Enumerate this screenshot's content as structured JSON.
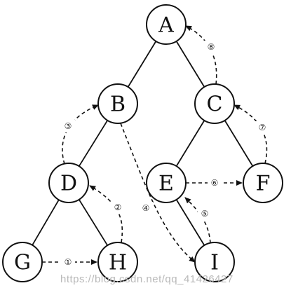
{
  "diagram": {
    "nodes": [
      {
        "id": "A",
        "label": "A"
      },
      {
        "id": "B",
        "label": "B"
      },
      {
        "id": "C",
        "label": "C"
      },
      {
        "id": "D",
        "label": "D"
      },
      {
        "id": "E",
        "label": "E"
      },
      {
        "id": "F",
        "label": "F"
      },
      {
        "id": "G",
        "label": "G"
      },
      {
        "id": "H",
        "label": "H"
      },
      {
        "id": "I",
        "label": "I"
      }
    ],
    "edges": [
      {
        "from": "A",
        "to": "B"
      },
      {
        "from": "A",
        "to": "C"
      },
      {
        "from": "B",
        "to": "D"
      },
      {
        "from": "C",
        "to": "E"
      },
      {
        "from": "C",
        "to": "F"
      },
      {
        "from": "D",
        "to": "G"
      },
      {
        "from": "D",
        "to": "H"
      },
      {
        "from": "E",
        "to": "I"
      }
    ],
    "threads": [
      {
        "step": "①",
        "from": "G",
        "to": "H"
      },
      {
        "step": "②",
        "from": "H",
        "to": "D"
      },
      {
        "step": "③",
        "from": "D",
        "to": "B"
      },
      {
        "step": "④",
        "from": "B",
        "to": "I"
      },
      {
        "step": "⑤",
        "from": "I",
        "to": "E"
      },
      {
        "step": "⑥",
        "from": "E",
        "to": "F"
      },
      {
        "step": "⑦",
        "from": "F",
        "to": "C"
      },
      {
        "step": "⑧",
        "from": "C",
        "to": "A"
      }
    ]
  },
  "watermark": "https://blog.csdn.net/qq_41426427"
}
